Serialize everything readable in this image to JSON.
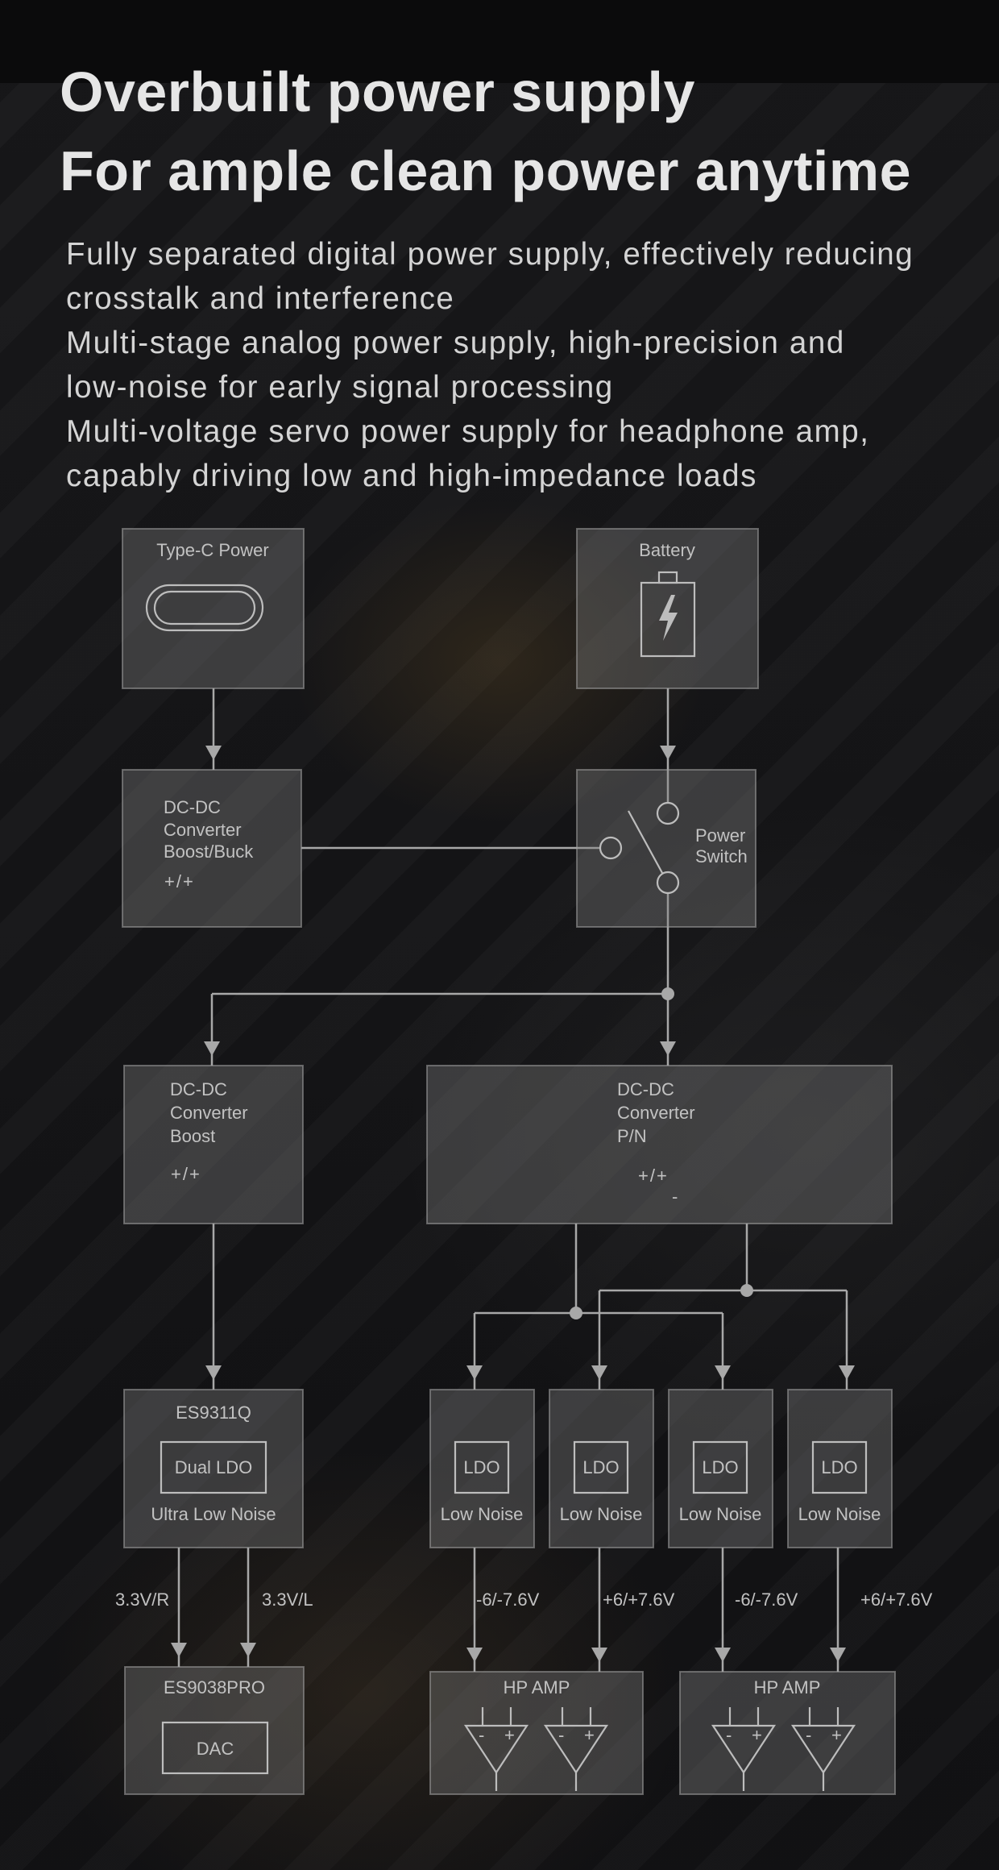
{
  "heading": {
    "line1": "Overbuilt power supply",
    "line2": "For ample clean power anytime"
  },
  "description": [
    "Fully separated digital power supply, effectively reducing",
    "crosstalk and interference",
    "Multi-stage analog power supply, high-precision and",
    "low-noise for early signal processing",
    "Multi-voltage servo power supply for headphone amp,",
    "capably driving low and high-impedance loads"
  ],
  "diagram": {
    "type_c": {
      "label": "Type-C Power",
      "icon": "usb-c-port-icon"
    },
    "battery": {
      "label": "Battery",
      "icon": "battery-charging-icon"
    },
    "dcdc_boost_buck": {
      "line1": "DC-DC",
      "line2": "Converter",
      "line3": "Boost/Buck",
      "polarity": "+/+"
    },
    "power_switch": {
      "line1": "Power",
      "line2": "Switch",
      "icon": "switch-icon"
    },
    "dcdc_boost": {
      "line1": "DC-DC",
      "line2": "Converter",
      "line3": "Boost",
      "polarity": "+/+"
    },
    "dcdc_pn": {
      "line1": "DC-DC",
      "line2": "Converter",
      "line3": "P/N",
      "polarity": "+/+",
      "polarity_minus": "-"
    },
    "es9311q": {
      "title": "ES9311Q",
      "inner": "Dual LDO",
      "sub": "Ultra Low Noise"
    },
    "ldos": [
      {
        "inner": "LDO",
        "sub": "Low Noise"
      },
      {
        "inner": "LDO",
        "sub": "Low Noise"
      },
      {
        "inner": "LDO",
        "sub": "Low Noise"
      },
      {
        "inner": "LDO",
        "sub": "Low Noise"
      }
    ],
    "rails": {
      "dac_r": "3.3V/R",
      "dac_l": "3.3V/L",
      "amp1_neg": "-6/-7.6V",
      "amp1_pos": "+6/+7.6V",
      "amp2_neg": "-6/-7.6V",
      "amp2_pos": "+6/+7.6V"
    },
    "es9038pro": {
      "title": "ES9038PRO",
      "inner": "DAC"
    },
    "hp_amps": [
      {
        "title": "HP AMP"
      },
      {
        "title": "HP AMP"
      }
    ],
    "opamp_signs": {
      "minus": "-",
      "plus": "+"
    }
  }
}
